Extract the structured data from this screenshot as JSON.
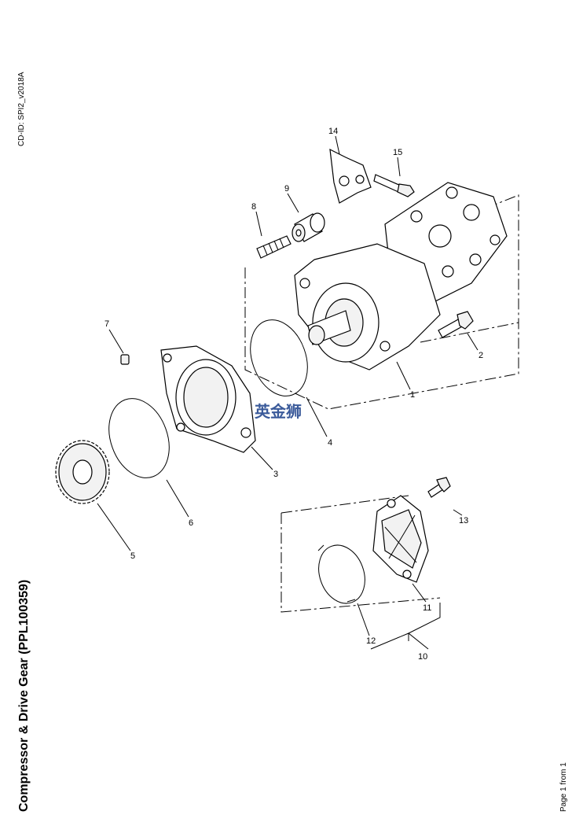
{
  "header": {
    "cd_id": "CD-ID: SPI2_v2018A"
  },
  "title": "Compressor & Drive Gear (PPL100359)",
  "footer": {
    "page": "Page 1 from 1"
  },
  "watermark": "英金狮",
  "callouts": {
    "c1": "1",
    "c2": "2",
    "c3": "3",
    "c4": "4",
    "c5": "5",
    "c6": "6",
    "c7": "7",
    "c8": "8",
    "c9": "9",
    "c10": "10",
    "c11": "11",
    "c12": "12",
    "c13": "13",
    "c14": "14",
    "c15": "15"
  }
}
